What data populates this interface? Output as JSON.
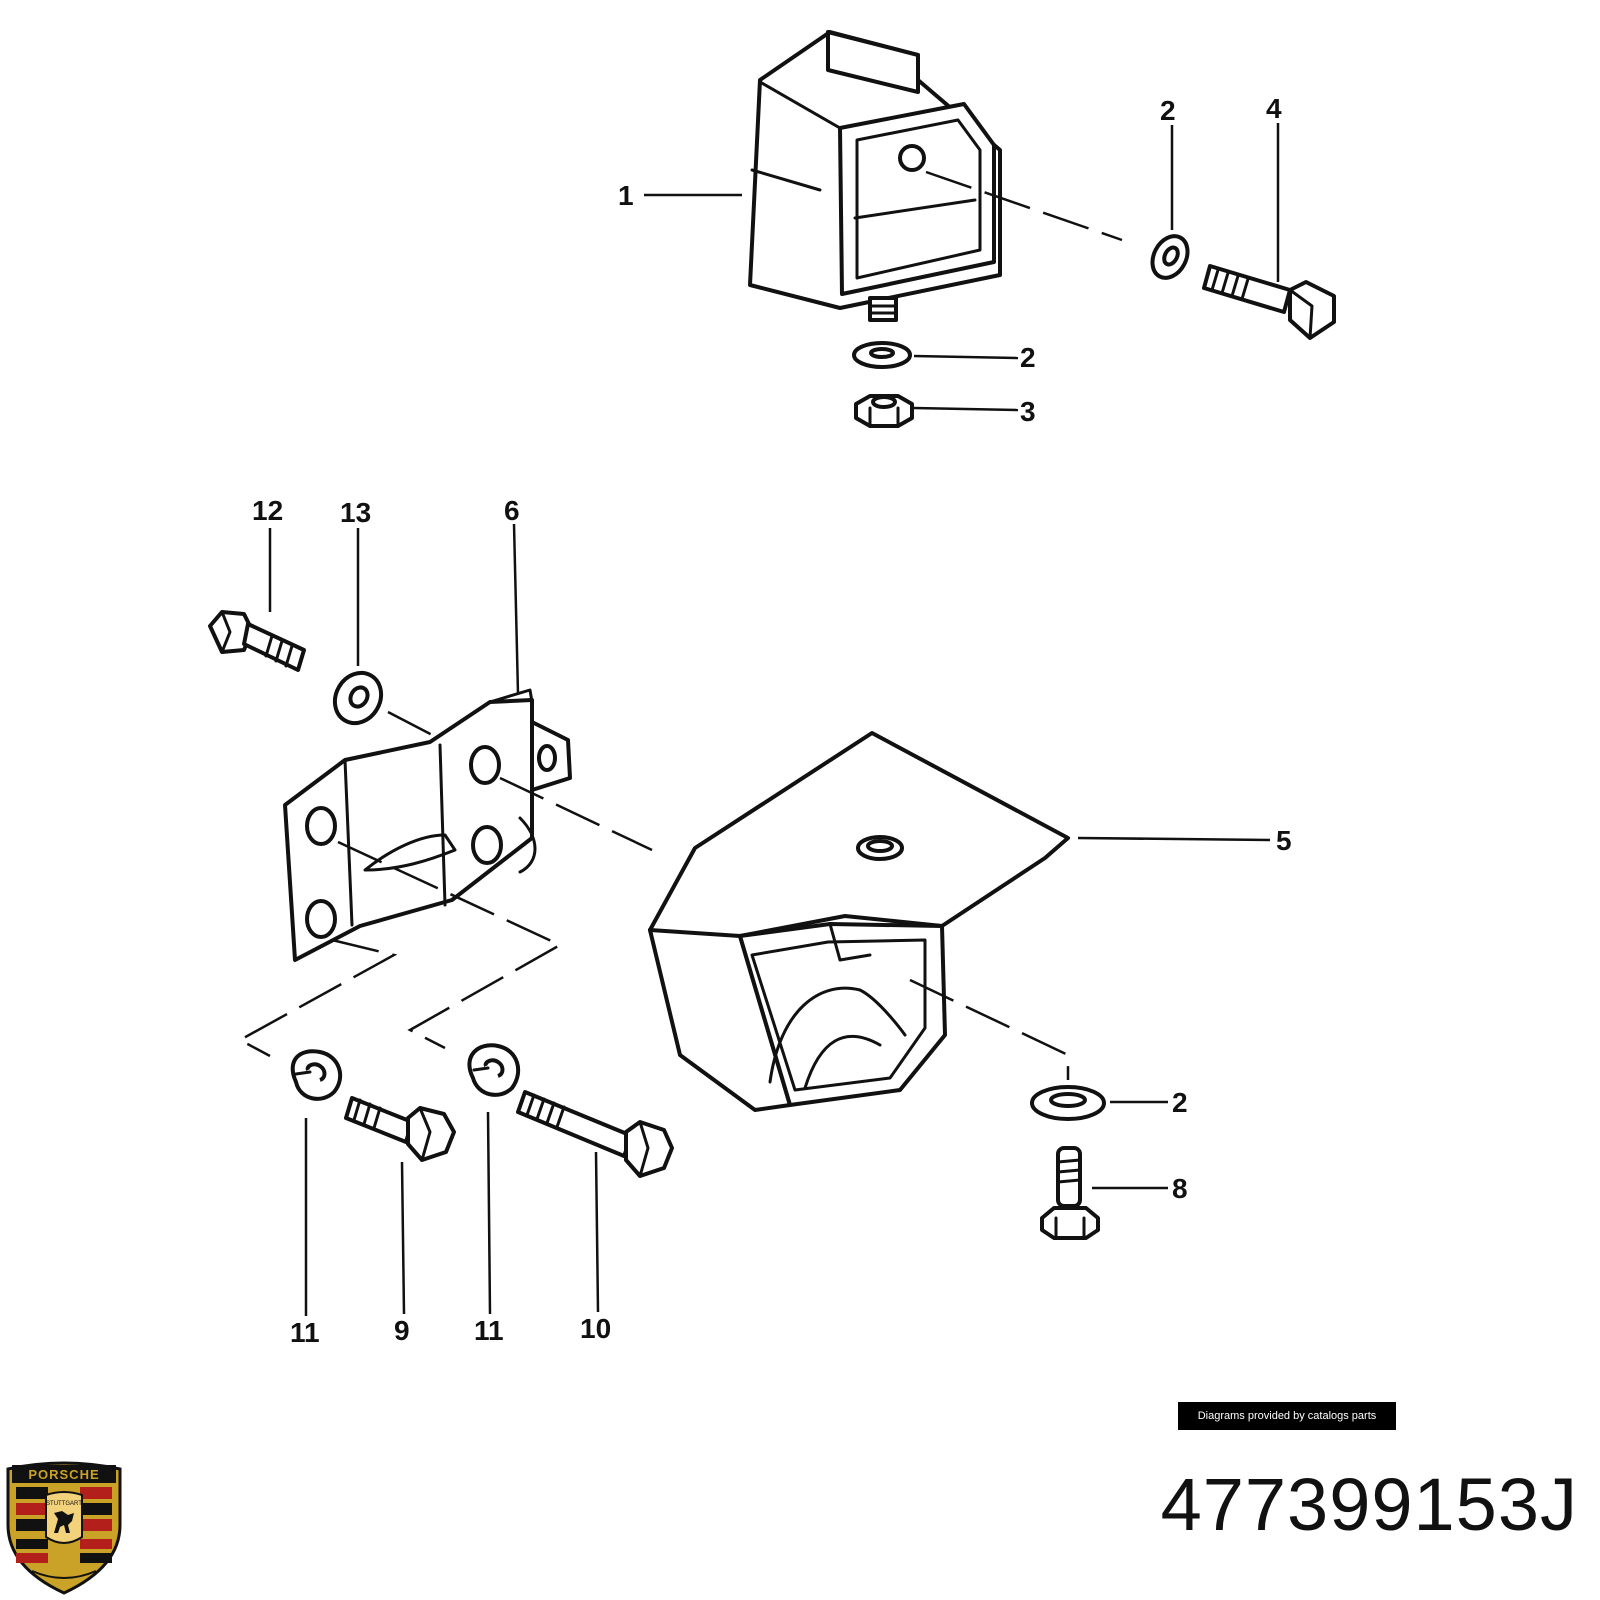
{
  "diagram": {
    "callouts": [
      "1",
      "2",
      "4",
      "2",
      "3",
      "12",
      "13",
      "6",
      "5",
      "2",
      "8",
      "11",
      "9",
      "11",
      "10"
    ]
  },
  "footer": {
    "credit": "Diagrams provided by catalogs parts",
    "part_number": "477399153J"
  },
  "brand": {
    "logo_text": "PORSCHE",
    "crest_text": "STUTTGART",
    "colors": {
      "gold": "#c9a227",
      "red": "#b3201c",
      "black": "#111111"
    }
  }
}
